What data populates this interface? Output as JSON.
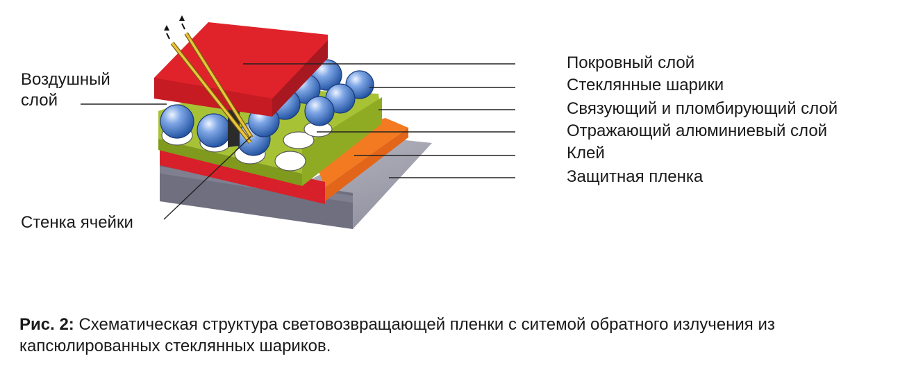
{
  "labels": {
    "air_layer": "Воздушный\nслой",
    "cell_wall": "Стенка ячейки",
    "right": [
      "Покровный слой",
      "Стеклянные шарики",
      "Связующий и пломбирующий слой",
      "Отражающий алюминиевый слой",
      "Клей",
      "Защитная пленка"
    ]
  },
  "caption": {
    "prefix": "Рис. 2:",
    "text": "Схематическая структура световозвращающей пленки с ситемой обратного излучения из капсюлированных стеклянных шариков."
  },
  "colors": {
    "cover": "#e0232b",
    "binder": "#9fba2c",
    "adhesive": "#f37a21",
    "protective": "#9a9aa8",
    "red_stripe": "#d8202a",
    "bead": "#3d6fc2",
    "ray": "#e3c233"
  }
}
